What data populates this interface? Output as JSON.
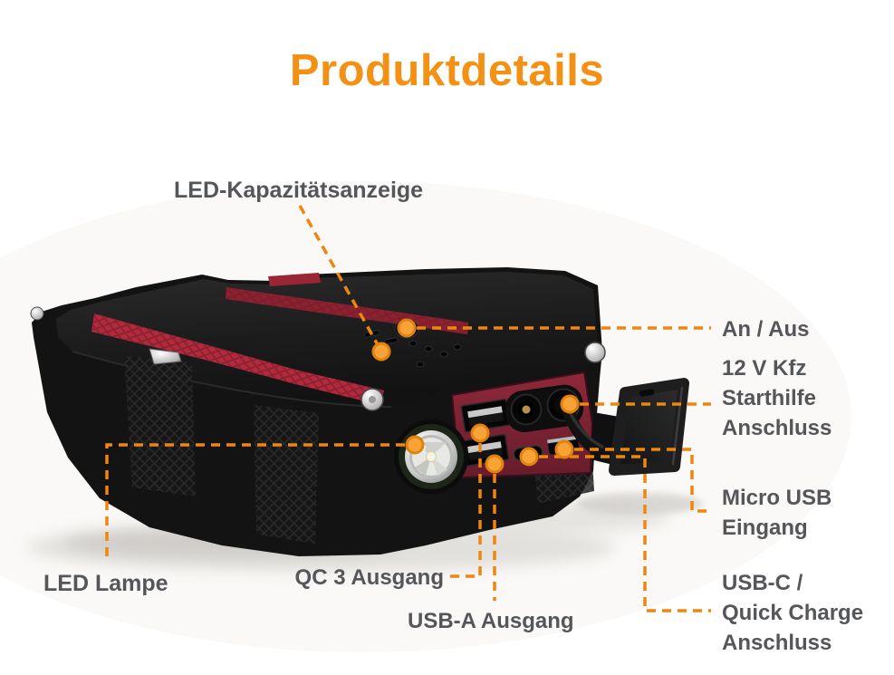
{
  "title": {
    "text": "Produktdetails"
  },
  "callouts": {
    "capacity": {
      "label": "LED-Kapazitätsanzeige"
    },
    "power": {
      "label": "An / Aus"
    },
    "jumpstart": {
      "label": "12 V Kfz\nStarthilfe\nAnschluss"
    },
    "micro_usb": {
      "label": "Micro USB\nEingang"
    },
    "usb_c": {
      "label": "USB-C /\nQuick Charge\nAnschluss"
    },
    "qc3": {
      "label": "QC 3 Ausgang"
    },
    "usb_a": {
      "label": "USB-A Ausgang"
    },
    "led_lamp": {
      "label": "LED Lampe"
    }
  },
  "colors": {
    "accent_orange": "#F39115",
    "leader_orange": "#EE860F",
    "marker_fill": "#F7A338",
    "label_gray": "#55565A",
    "stripe_red": "#B22A3C",
    "panel_maroon": "#82243A"
  }
}
